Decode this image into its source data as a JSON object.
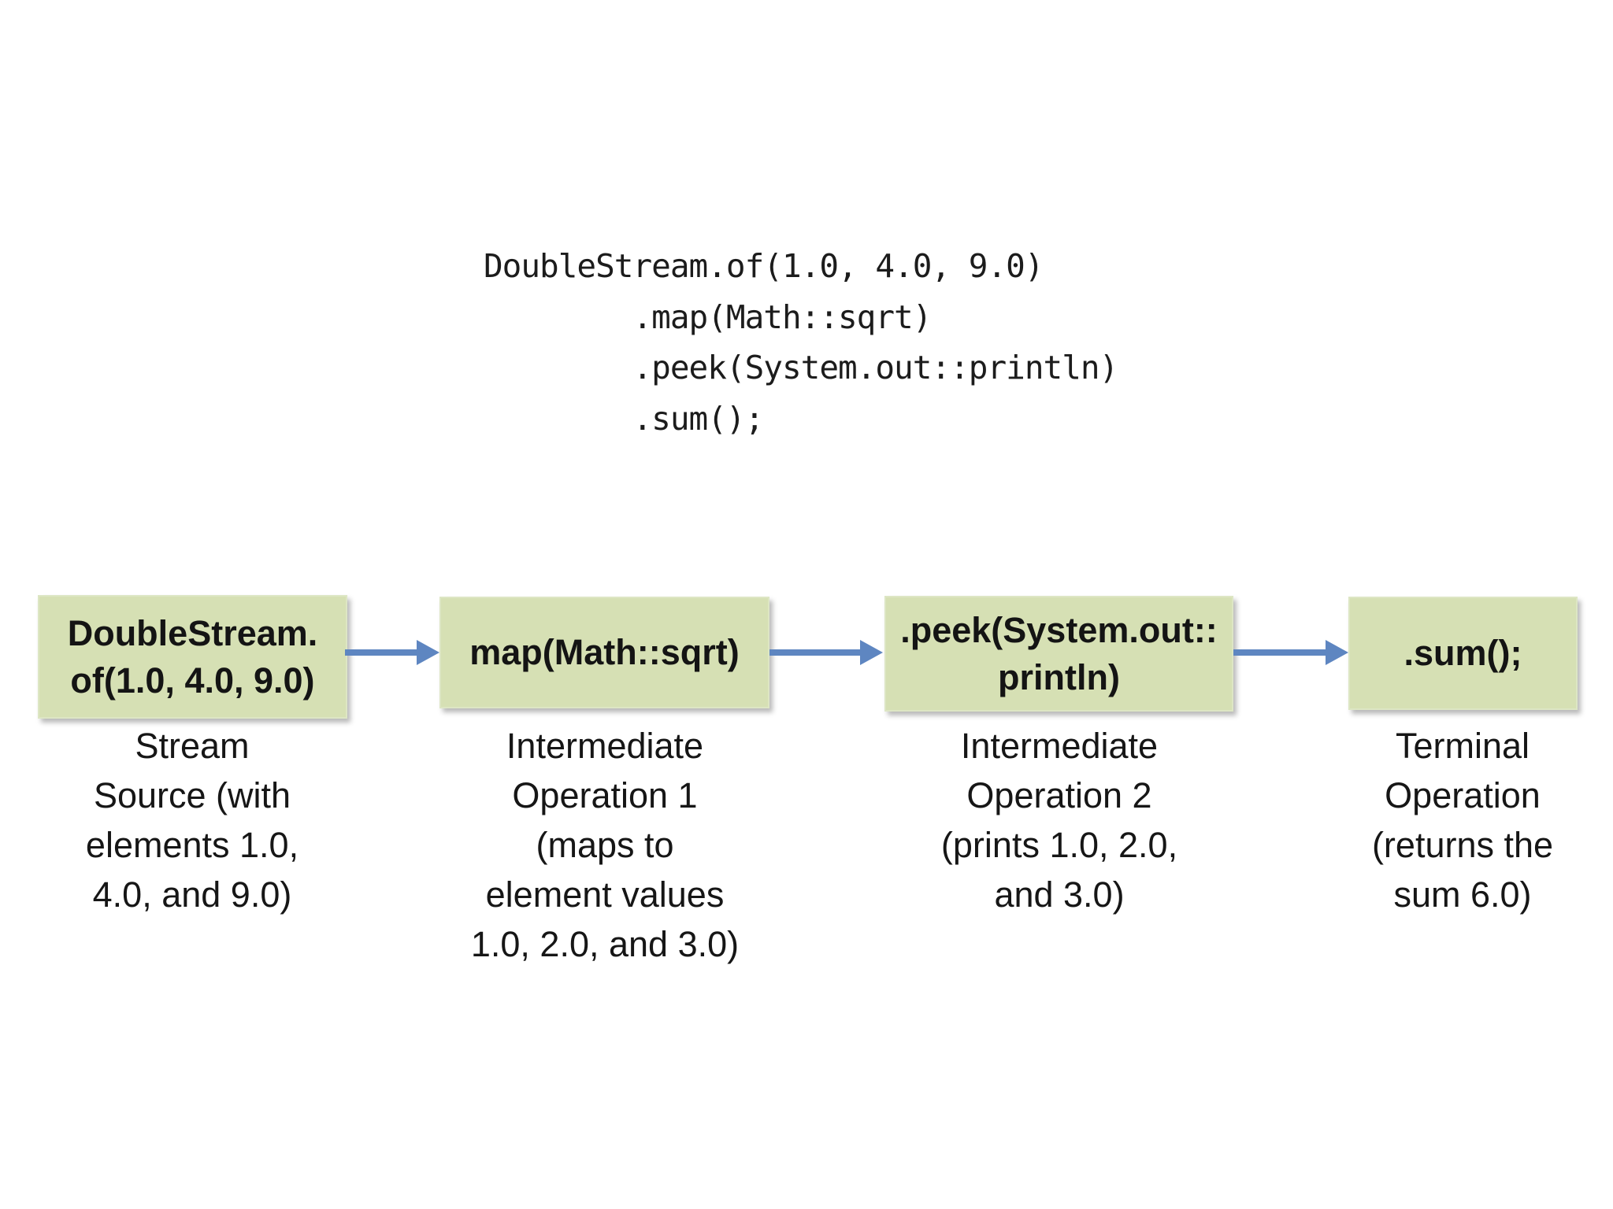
{
  "page": {
    "background": "#ffffff"
  },
  "code_snippet": {
    "text": "DoubleStream.of(1.0, 4.0, 9.0)\n        .map(Math::sqrt)\n        .peek(System.out::println)\n        .sum();"
  },
  "diagram": {
    "colors": {
      "box_fill": "#d6e0b4",
      "box_border": "#dde6c4",
      "arrow": "#5e86c1"
    },
    "stages": [
      {
        "box_label": "DoubleStream.\nof(1.0, 4.0, 9.0)",
        "caption": "Stream\nSource (with\nelements 1.0,\n4.0, and 9.0)"
      },
      {
        "box_label": "map(Math::sqrt)",
        "caption": "Intermediate\nOperation 1\n(maps to\nelement values\n1.0, 2.0, and 3.0)"
      },
      {
        "box_label": ".peek(System.out::\nprintln)",
        "caption": "Intermediate\nOperation 2\n(prints 1.0, 2.0,\nand 3.0)"
      },
      {
        "box_label": ".sum();",
        "caption": "Terminal\nOperation\n(returns the\nsum 6.0)"
      }
    ]
  }
}
